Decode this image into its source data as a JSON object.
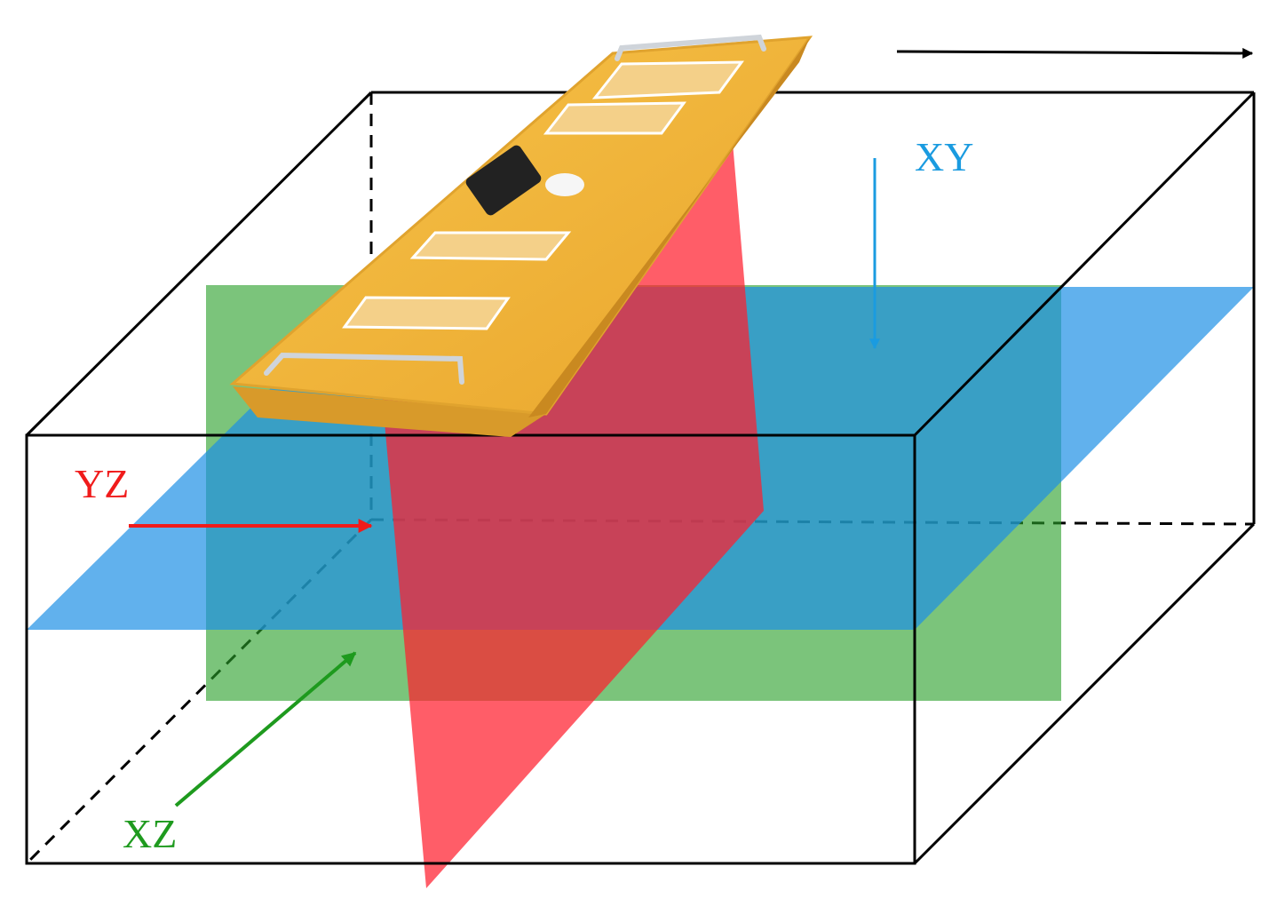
{
  "labels": {
    "xy": "XY",
    "yz": "YZ",
    "xz": "XZ"
  },
  "colors": {
    "xy_plane": "#1e90e6",
    "xy_text": "#1a9be0",
    "xz_plane": "#2aa02a",
    "xz_text": "#1e9a1e",
    "yz_plane": "#ff1f2e",
    "yz_text": "#f01b1b",
    "box_edge": "#000000",
    "device_body": "#f2b437"
  },
  "icons": {
    "device": "gpr-antenna-device-icon",
    "scan_direction": "arrow-right-icon"
  }
}
